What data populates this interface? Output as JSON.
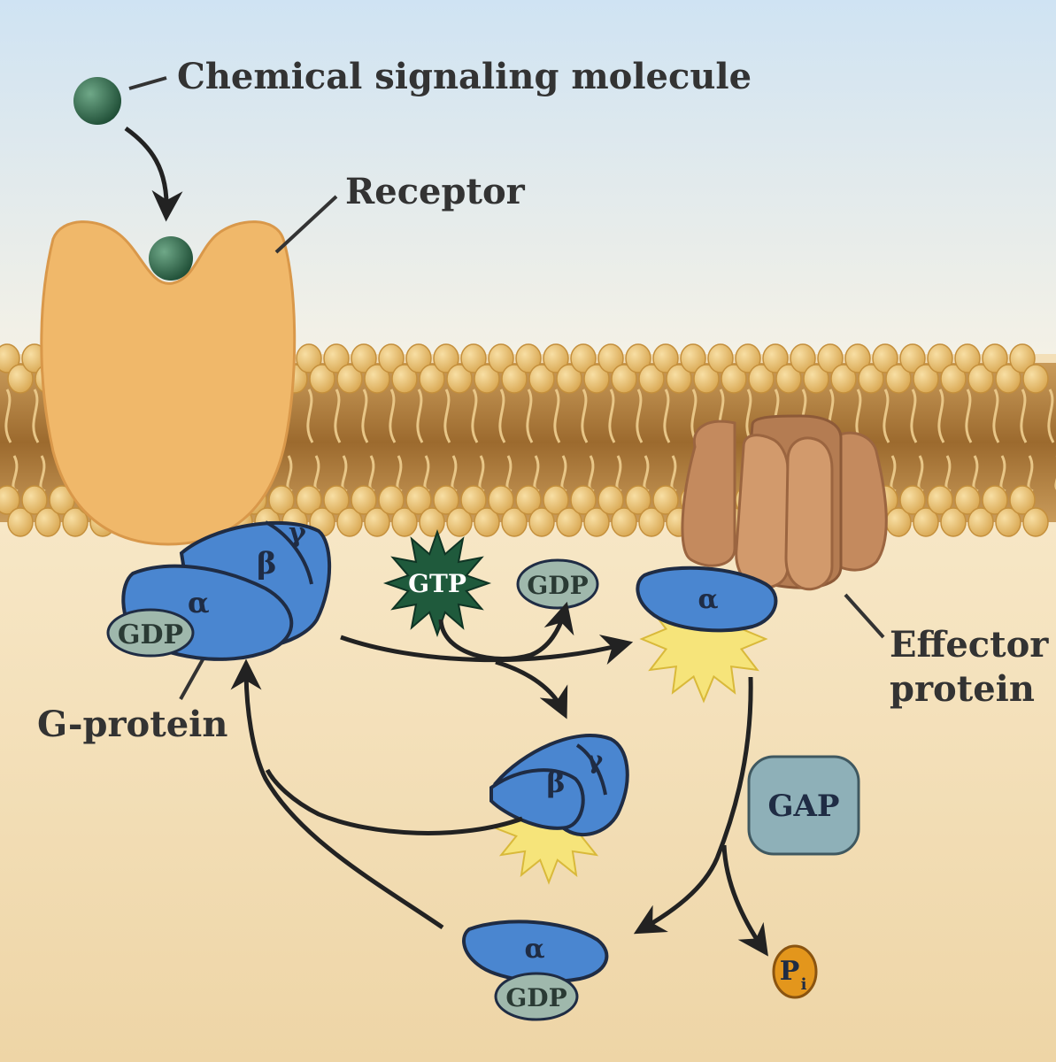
{
  "labels": {
    "signal": "Chemical signaling molecule",
    "receptor": "Receptor",
    "gprotein": "G-protein",
    "effector_line1": "Effector",
    "effector_line2": "protein",
    "gap": "GAP",
    "gtp": "GTP",
    "gdp": "GDP",
    "alpha": "α",
    "beta": "β",
    "gamma": "γ",
    "pi_main": "P",
    "pi_sub": "i"
  },
  "colors": {
    "sky_top": "#d2e6f4",
    "cytoplasm": "#f3dfb8",
    "lipid_head": "#e9c47a",
    "lipid_core": "#b07a3a",
    "receptor": "#f0b86a",
    "gprotein_blue": "#4a86d0",
    "gdp_grey": "#9fb8ac",
    "gtp_green": "#1f5a3c",
    "signal_green": "#2f6e4c",
    "effector_brown": "#c48a5e",
    "gap_grey": "#8eb0b8",
    "pi_orange": "#e3961c",
    "burst_yellow": "#f6e47a",
    "arrow": "#222222"
  }
}
